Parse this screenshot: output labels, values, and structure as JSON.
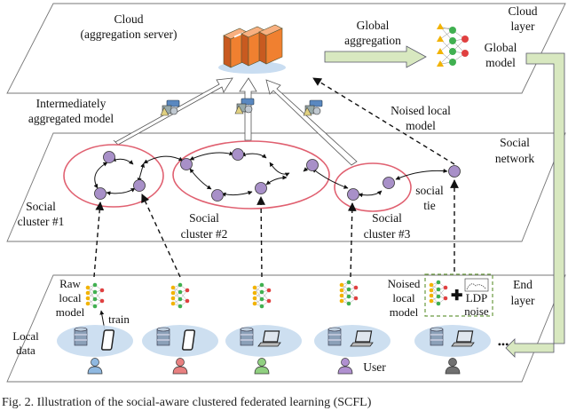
{
  "labels": {
    "cloud_title": "Cloud",
    "cloud_subtitle": "(aggregation server)",
    "global_aggregation_1": "Global",
    "global_aggregation_2": "aggregation",
    "cloud_layer_1": "Cloud",
    "cloud_layer_2": "layer",
    "global_model_1": "Global",
    "global_model_2": "model",
    "intermediate_model_1": "Intermediately",
    "intermediate_model_2": "aggregated model",
    "noised_local_model_top_1": "Noised  local",
    "noised_local_model_top_2": "model",
    "social_network_1": "Social",
    "social_network_2": "network",
    "social_cluster_1_a": "Social",
    "social_cluster_1_b": "cluster #1",
    "social_cluster_2_a": "Social",
    "social_cluster_2_b": "cluster #2",
    "social_cluster_3_a": "Social",
    "social_cluster_3_b": "cluster #3",
    "social_tie_1": "social",
    "social_tie_2": "tie",
    "raw_local_model_1": "Raw",
    "raw_local_model_2": "local",
    "raw_local_model_3": "model",
    "train": "train",
    "local_data_1": "Local",
    "local_data_2": "data",
    "user": "User",
    "noised_local_model_bottom_1": "Noised",
    "noised_local_model_bottom_2": "local",
    "noised_local_model_bottom_3": "model",
    "ldp_noise_1": "LDP",
    "ldp_noise_2": "noise",
    "end_layer_1": "End",
    "end_layer_2": "layer",
    "ellipsis": "•••"
  },
  "caption": "Fig. 2.  Illustration of the social-aware clustered federated learning (SCFL)",
  "colors": {
    "accent_red": "#e06070",
    "node_purple": "#a890c8",
    "server_orange": "#f08030",
    "arrow_green": "#d8e8c0",
    "disk_blue": "#c8dcef",
    "nn_yellow": "#f2b300",
    "nn_green": "#40b050",
    "nn_red": "#e04040"
  }
}
